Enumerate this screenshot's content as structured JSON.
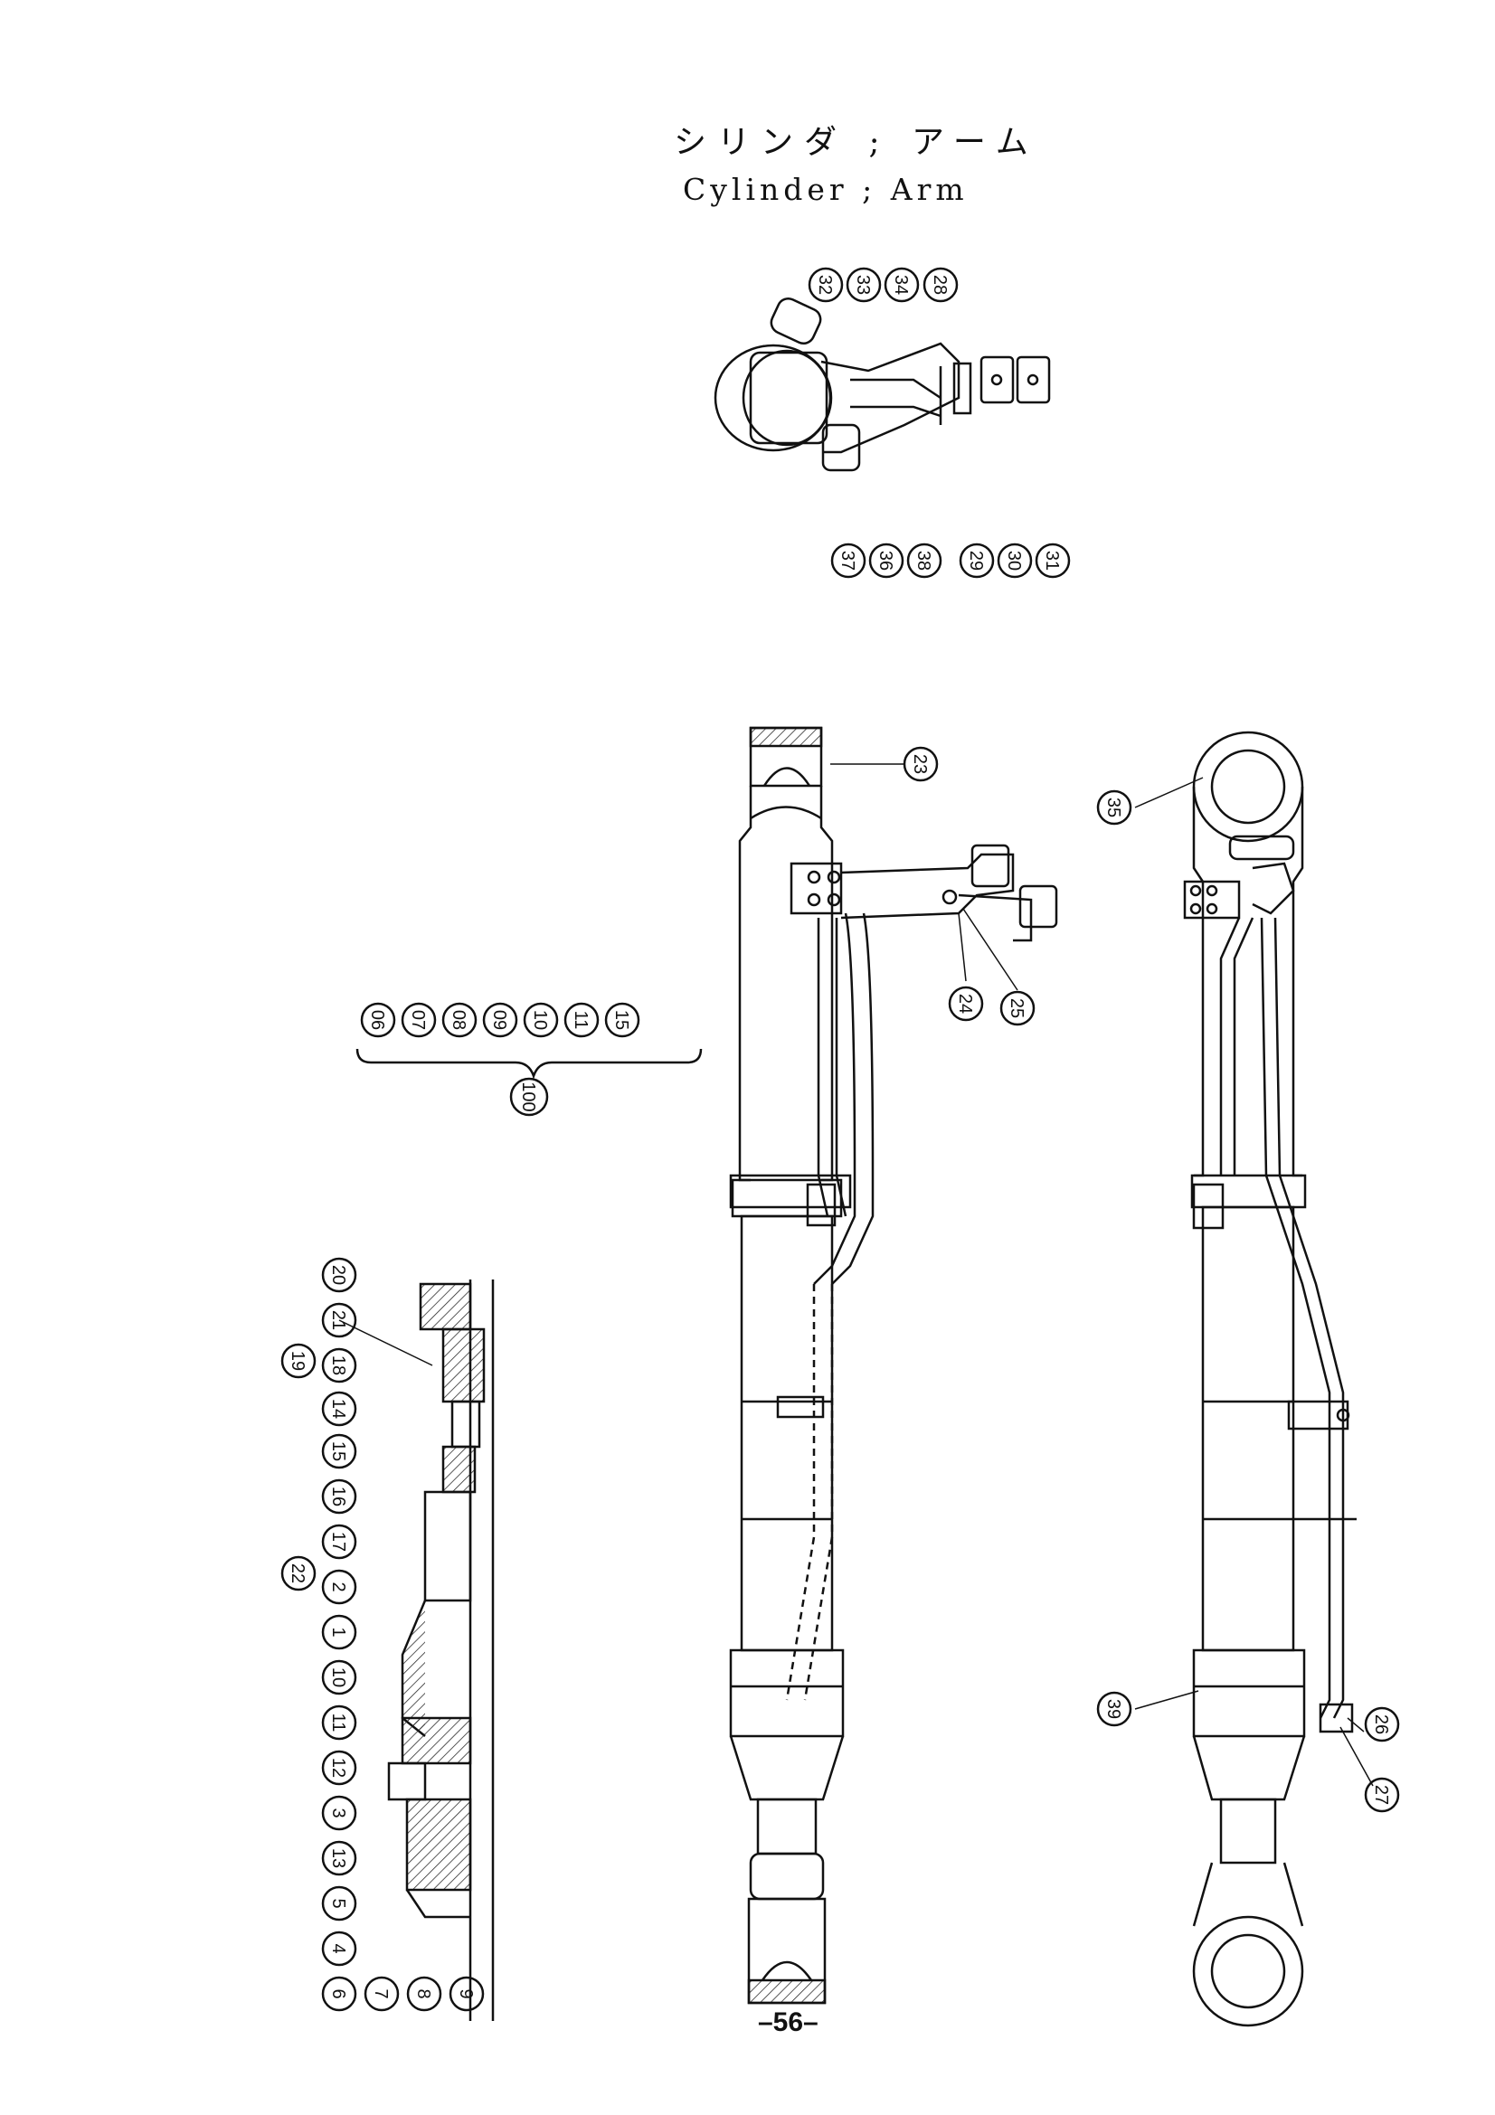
{
  "header": {
    "title_jp": "シリンダ ; アーム",
    "title_en": "Cylinder ; Arm"
  },
  "footer": {
    "page_number": "–56–"
  },
  "callouts": {
    "c32": "32",
    "c33": "33",
    "c34": "34",
    "c28": "28",
    "c37": "37",
    "c36": "36",
    "c38": "38",
    "c29": "29",
    "c30": "30",
    "c31": "31",
    "c23": "23",
    "c24": "24",
    "c25": "25",
    "c35": "35",
    "c39": "39",
    "c26": "26",
    "c27": "27",
    "k06": "06",
    "k07": "07",
    "k08": "08",
    "k09": "09",
    "k10": "10",
    "k11": "11",
    "k15": "15",
    "k100": "100",
    "s20": "20",
    "s21": "21",
    "s19": "19",
    "s18": "18",
    "s14": "14",
    "s15": "15",
    "s16": "16",
    "s17": "17",
    "s22": "22",
    "s2": "2",
    "s1": "1",
    "s10": "10",
    "s11": "11",
    "s12": "12",
    "s3": "3",
    "s13": "13",
    "s5": "5",
    "s4": "4",
    "s6": "6",
    "s7": "7",
    "s8": "8",
    "s9": "9"
  }
}
